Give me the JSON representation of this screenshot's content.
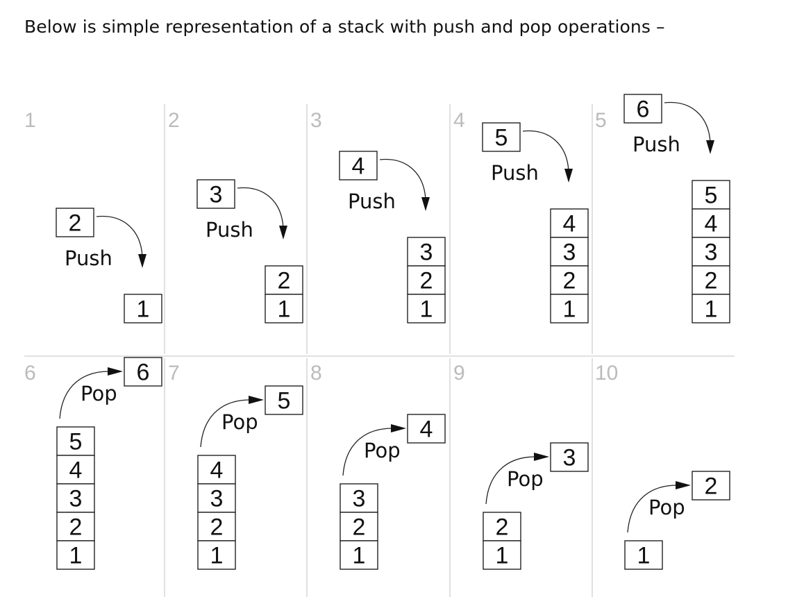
{
  "intro": "Below is simple representation of a stack with push and pop operations –",
  "panels": [
    {
      "num": "1",
      "op": "Push",
      "kind": "push",
      "item": "2",
      "stack": [
        "1"
      ]
    },
    {
      "num": "2",
      "op": "Push",
      "kind": "push",
      "item": "3",
      "stack": [
        "2",
        "1"
      ]
    },
    {
      "num": "3",
      "op": "Push",
      "kind": "push",
      "item": "4",
      "stack": [
        "3",
        "2",
        "1"
      ]
    },
    {
      "num": "4",
      "op": "Push",
      "kind": "push",
      "item": "5",
      "stack": [
        "4",
        "3",
        "2",
        "1"
      ]
    },
    {
      "num": "5",
      "op": "Push",
      "kind": "push",
      "item": "6",
      "stack": [
        "5",
        "4",
        "3",
        "2",
        "1"
      ]
    },
    {
      "num": "6",
      "op": "Pop",
      "kind": "pop",
      "item": "6",
      "stack": [
        "5",
        "4",
        "3",
        "2",
        "1"
      ]
    },
    {
      "num": "7",
      "op": "Pop",
      "kind": "pop",
      "item": "5",
      "stack": [
        "4",
        "3",
        "2",
        "1"
      ]
    },
    {
      "num": "8",
      "op": "Pop",
      "kind": "pop",
      "item": "4",
      "stack": [
        "3",
        "2",
        "1"
      ]
    },
    {
      "num": "9",
      "op": "Pop",
      "kind": "pop",
      "item": "3",
      "stack": [
        "2",
        "1"
      ]
    },
    {
      "num": "10",
      "op": "Pop",
      "kind": "pop",
      "item": "2",
      "stack": [
        "1"
      ]
    }
  ],
  "colors": {
    "separator": "#cfcfcf",
    "panel_number": "#bbbbbb",
    "ink": "#111111"
  }
}
